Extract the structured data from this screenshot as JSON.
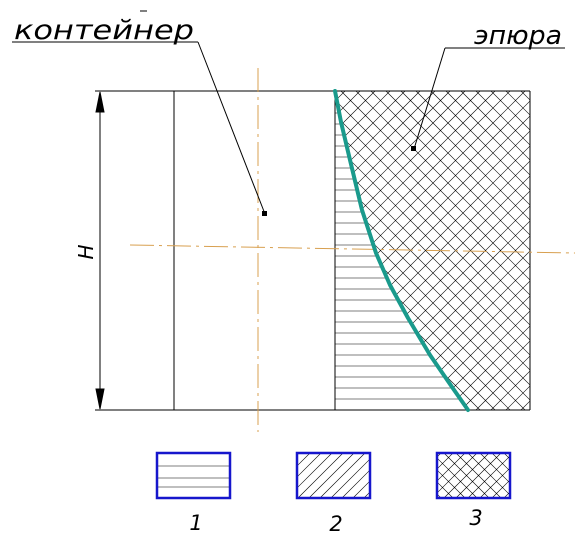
{
  "labels": {
    "container": "контейнер",
    "diagram": "эпюра",
    "height": "H"
  },
  "legend": [
    {
      "number": "1",
      "pattern": "horizontal"
    },
    {
      "number": "2",
      "pattern": "diagonal"
    },
    {
      "number": "3",
      "pattern": "crosshatch"
    }
  ],
  "colors": {
    "line": "#000000",
    "axis": "#d8a050",
    "curve": "#1a9a8c",
    "legend_border": "#1616cc"
  }
}
